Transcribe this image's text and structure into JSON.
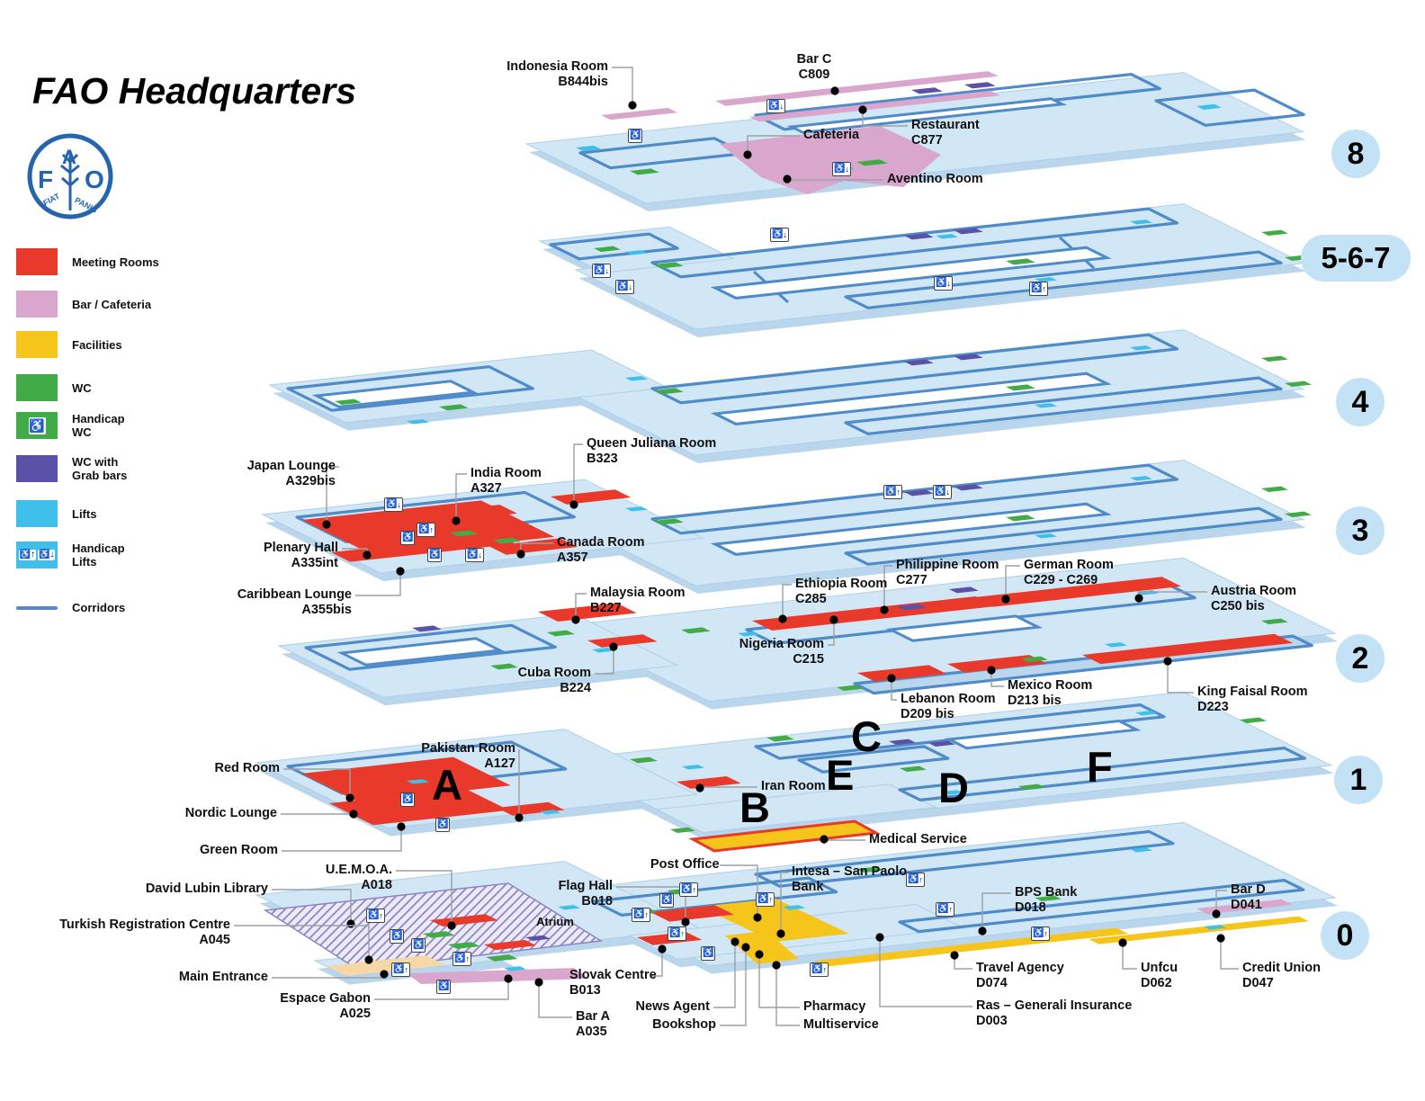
{
  "title": "FAO Headquarters",
  "logo": {
    "letters": "FAO",
    "motto_left": "FIAT",
    "motto_right": "PANIS"
  },
  "legend": {
    "items": [
      {
        "label": "Meeting Rooms",
        "color": "#e8392b",
        "type": "box"
      },
      {
        "label": "Bar / Cafeteria",
        "color": "#d9a7ce",
        "type": "box"
      },
      {
        "label": "Facilities",
        "color": "#f6c51c",
        "type": "box"
      },
      {
        "label": "WC",
        "color": "#41ab47",
        "type": "box"
      },
      {
        "label": "Handicap\nWC",
        "color": "#41ab47",
        "type": "box-wheelchair"
      },
      {
        "label": "WC with\nGrab bars",
        "color": "#5b51a7",
        "type": "box"
      },
      {
        "label": "Lifts",
        "color": "#3fc0ea",
        "type": "box"
      },
      {
        "label": "Handicap\nLifts",
        "color": "#3fc0ea",
        "type": "box-wheelchair2"
      },
      {
        "label": "Corridors",
        "color": "#5b87c5",
        "type": "line"
      }
    ]
  },
  "floors": [
    {
      "badge": "8",
      "rooms": [
        {
          "name": "Indonesia Room",
          "code": "B844bis"
        },
        {
          "name": "Bar C",
          "code": "C809"
        },
        {
          "name": "Cafeteria",
          "code": ""
        },
        {
          "name": "Restaurant",
          "code": "C877"
        },
        {
          "name": "Aventino Room",
          "code": ""
        }
      ]
    },
    {
      "badge": "5-6-7",
      "rooms": []
    },
    {
      "badge": "4",
      "rooms": []
    },
    {
      "badge": "3",
      "rooms": [
        {
          "name": "Queen Juliana Room",
          "code": "B323"
        },
        {
          "name": "Japan Lounge",
          "code": "A329bis"
        },
        {
          "name": "India Room",
          "code": "A327"
        },
        {
          "name": "Canada Room",
          "code": "A357"
        },
        {
          "name": "Plenary Hall",
          "code": "A335int"
        },
        {
          "name": "Caribbean Lounge",
          "code": "A355bis"
        }
      ]
    },
    {
      "badge": "2",
      "rooms": [
        {
          "name": "Malaysia Room",
          "code": "B227"
        },
        {
          "name": "Cuba Room",
          "code": "B224"
        },
        {
          "name": "Ethiopia Room",
          "code": "C285"
        },
        {
          "name": "Nigeria Room",
          "code": "C215"
        },
        {
          "name": "Philippine Room",
          "code": "C277"
        },
        {
          "name": "German Room",
          "code": "C229 - C269"
        },
        {
          "name": "Austria Room",
          "code": "C250 bis"
        },
        {
          "name": "Lebanon Room",
          "code": "D209 bis"
        },
        {
          "name": "Mexico Room",
          "code": "D213 bis"
        },
        {
          "name": "King Faisal Room",
          "code": "D223"
        }
      ]
    },
    {
      "badge": "1",
      "letters": [
        "A",
        "B",
        "C",
        "D",
        "E",
        "F"
      ],
      "rooms": [
        {
          "name": "Pakistan Room",
          "code": "A127"
        },
        {
          "name": "Red Room",
          "code": ""
        },
        {
          "name": "Nordic Lounge",
          "code": ""
        },
        {
          "name": "Green Room",
          "code": ""
        },
        {
          "name": "Iran Room",
          "code": ""
        },
        {
          "name": "Medical Service",
          "code": ""
        }
      ]
    },
    {
      "badge": "0",
      "rooms": [
        {
          "name": "U.E.M.O.A.",
          "code": "A018"
        },
        {
          "name": "David Lubin Library",
          "code": ""
        },
        {
          "name": "Turkish Registration Centre",
          "code": "A045"
        },
        {
          "name": "Main Entrance",
          "code": ""
        },
        {
          "name": "Espace Gabon",
          "code": "A025"
        },
        {
          "name": "Flag Hall",
          "code": "B018"
        },
        {
          "name": "Atrium",
          "code": ""
        },
        {
          "name": "Post Office",
          "code": ""
        },
        {
          "name": "Intesa – San Paolo",
          "code": "Bank"
        },
        {
          "name": "Slovak Centre",
          "code": "B013"
        },
        {
          "name": "Bar A",
          "code": "A035"
        },
        {
          "name": "News Agent",
          "code": ""
        },
        {
          "name": "Bookshop",
          "code": ""
        },
        {
          "name": "Pharmacy",
          "code": ""
        },
        {
          "name": "Multiservice",
          "code": ""
        },
        {
          "name": "Travel Agency",
          "code": "D074"
        },
        {
          "name": "Ras – Generali Insurance",
          "code": "D003"
        },
        {
          "name": "BPS Bank",
          "code": "D018"
        },
        {
          "name": "Bar D",
          "code": "D041"
        },
        {
          "name": "Unfcu",
          "code": "D062"
        },
        {
          "name": "Credit Union",
          "code": "D047"
        }
      ]
    }
  ]
}
